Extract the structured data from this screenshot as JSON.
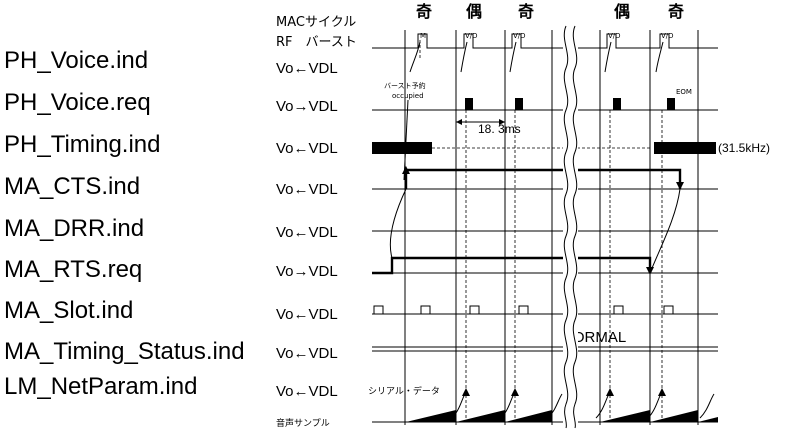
{
  "header": {
    "mac_cycle_label": "MACサイクル",
    "rf_burst_label": "RF　バースト",
    "cycle_labels": [
      "奇",
      "偶",
      "奇",
      "偶",
      "奇"
    ]
  },
  "signals": [
    {
      "name": "PH_Voice.ind",
      "direction": "Vo←VDL"
    },
    {
      "name": "PH_Voice.req",
      "direction": "Vo→VDL"
    },
    {
      "name": "PH_Timing.ind",
      "direction": "Vo←VDL"
    },
    {
      "name": "MA_CTS.ind",
      "direction": "Vo←VDL"
    },
    {
      "name": "MA_DRR.ind",
      "direction": "Vo←VDL"
    },
    {
      "name": "MA_RTS.req",
      "direction": "Vo→VDL"
    },
    {
      "name": "MA_Slot.ind",
      "direction": "Vo←VDL"
    },
    {
      "name": "MA_Timing_Status.ind",
      "direction": "Vo←VDL"
    },
    {
      "name": "LM_NetParam.ind",
      "direction": "Vo←VDL"
    }
  ],
  "burst_labels": [
    "M",
    "V/D",
    "V/D",
    "V/D",
    "V/D"
  ],
  "annotations": {
    "burst_reservation": "バースト予約",
    "occupied": "occupied",
    "eom": "EOM",
    "interval": "18. 3ms",
    "frequency": "(31.5kHz)",
    "normal": "NORMAL",
    "serial_data": "シリアル・データ",
    "audio_sample": "音声サンプル"
  }
}
